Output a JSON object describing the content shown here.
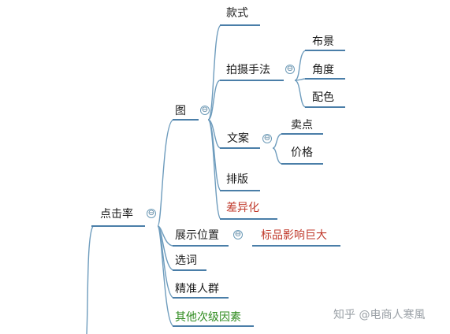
{
  "mindmap": {
    "root": "点击率",
    "image": {
      "label": "图",
      "style": "款式",
      "technique": {
        "label": "拍摄手法",
        "children": [
          "布景",
          "角度",
          "配色"
        ]
      },
      "copy": {
        "label": "文案",
        "children": [
          "卖点",
          "价格"
        ]
      },
      "layout": "排版",
      "difference": "差异化"
    },
    "position": {
      "label": "展示位置",
      "note": "标品影响巨大"
    },
    "keywords": "选词",
    "audience": "精准人群",
    "other": "其他次级因素"
  },
  "toggle_symbol": "⊖",
  "watermark": "知乎 @电商人寒風",
  "colors": {
    "line": "#5b8fb3",
    "underline": "#4a7ea8",
    "red": "#c0392b",
    "green": "#2e8b1e"
  }
}
